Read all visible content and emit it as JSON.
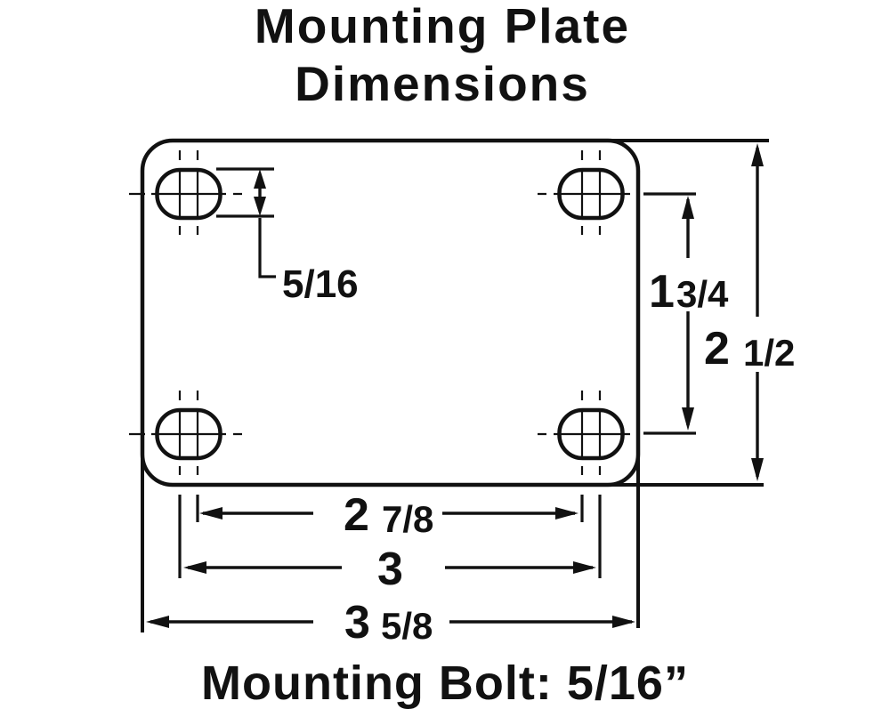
{
  "title": {
    "line1": "Mounting Plate",
    "line2": "Dimensions"
  },
  "footer": {
    "text": "Mounting Bolt: 5/16”"
  },
  "colors": {
    "ink": "#111111",
    "background": "#ffffff"
  },
  "dimensions": {
    "slot_size": {
      "value": "5/16"
    },
    "vertical_hole_spacing": {
      "whole": "1",
      "fraction": "3/4"
    },
    "plate_height": {
      "whole": "2",
      "fraction": "1/2"
    },
    "horizontal_hole_spacing": {
      "whole": "2",
      "fraction": "7/8"
    },
    "horizontal_slot_spacing": {
      "whole": "3",
      "fraction": ""
    },
    "plate_width": {
      "whole": "3",
      "fraction": "5/8"
    }
  }
}
